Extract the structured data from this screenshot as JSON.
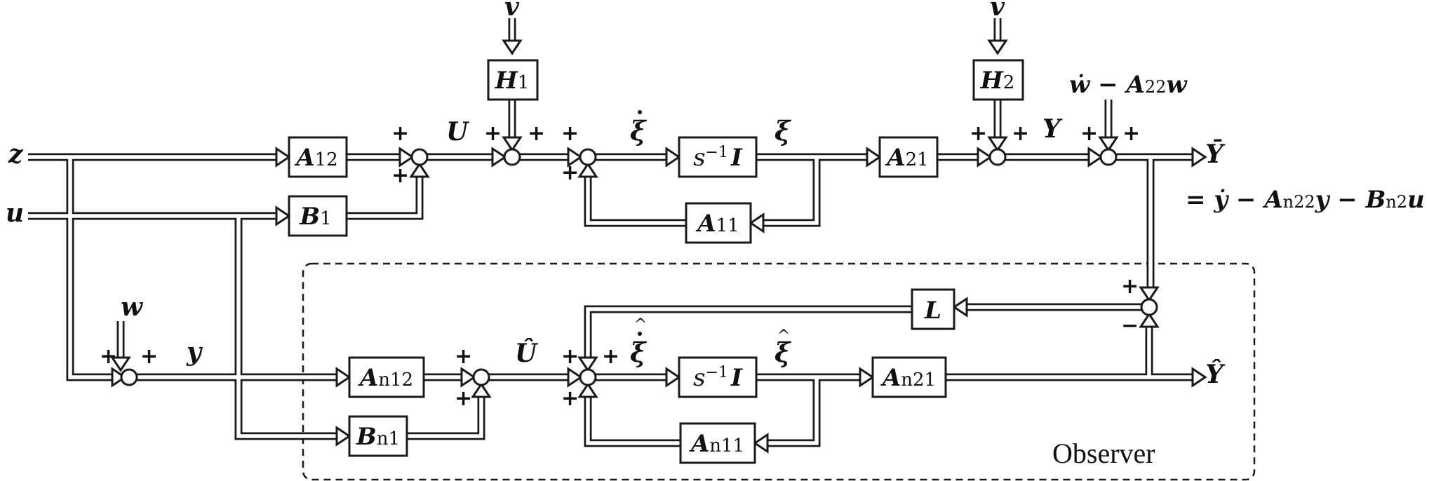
{
  "blocks": {
    "a12": {
      "main": "A",
      "sub": "12"
    },
    "b1": {
      "main": "B",
      "sub": "1"
    },
    "h1": {
      "main": "H",
      "sub": "1"
    },
    "h2": {
      "main": "H",
      "sub": "2"
    },
    "integrator_top": {
      "pre": "s",
      "exp": "−1",
      "main": "I"
    },
    "a21": {
      "main": "A",
      "sub": "21"
    },
    "a11": {
      "main": "A",
      "sub": "11"
    },
    "l": {
      "main": "L"
    },
    "an12": {
      "main": "A",
      "sub": "n12"
    },
    "bn1": {
      "main": "B",
      "sub": "n1"
    },
    "integrator_bottom": {
      "pre": "s",
      "exp": "−1",
      "main": "I"
    },
    "an21": {
      "main": "A",
      "sub": "n21"
    },
    "an11": {
      "main": "A",
      "sub": "n11"
    }
  },
  "signals": {
    "z": "z",
    "u": "u",
    "v_top_left": "v",
    "v_top_right": "v",
    "w": "w",
    "y": "y",
    "U": "U",
    "Y": "Y",
    "xi": "ξ",
    "Ybar": "Ȳ",
    "Yhat": "Ŷ",
    "Uhat": "Û",
    "wdot_expr": {
      "p1": "ẇ − ",
      "m": "A",
      "s": "22",
      "p2": "w"
    },
    "ybar_eq": {
      "p1": "= ẏ − ",
      "a": "A",
      "as": "n22",
      "p2": "y − ",
      "b": "B",
      "bs": "n2",
      "p3": "u"
    }
  },
  "signs": {
    "plus": "+",
    "minus": "−"
  },
  "observer_label": "Observer"
}
